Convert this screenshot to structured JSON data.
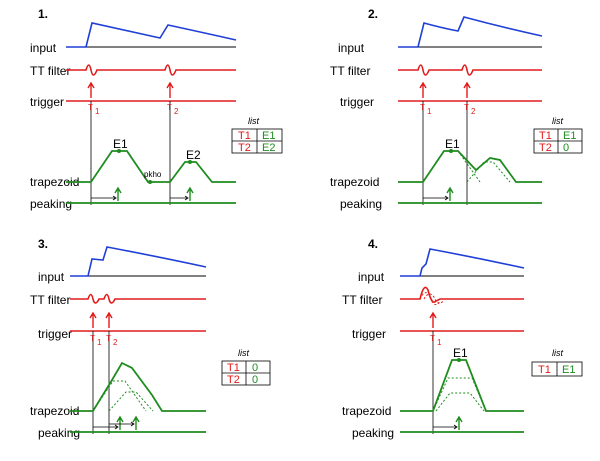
{
  "colors": {
    "input": "#1f3fd6",
    "filter": "#e01b1b",
    "trapezoid": "#1e8c1e",
    "baseline": "#000000"
  },
  "row_labels": {
    "input": "input",
    "filter": "TT filter",
    "trigger": "trigger",
    "trapezoid": "trapezoid",
    "peaking": "peaking"
  },
  "panels": [
    {
      "number": "1.",
      "list_title": "list",
      "list": [
        [
          "T1",
          "E1"
        ],
        [
          "T2",
          "E2"
        ]
      ],
      "pulse_labels": [
        "E1",
        "E2"
      ],
      "trigger_labels": [
        "1",
        "2"
      ],
      "annotation": "pkho"
    },
    {
      "number": "2.",
      "list_title": "list",
      "list": [
        [
          "T1",
          "E1"
        ],
        [
          "T2",
          "0"
        ]
      ],
      "pulse_labels": [
        "E1"
      ],
      "trigger_labels": [
        "1",
        "2"
      ]
    },
    {
      "number": "3.",
      "list_title": "list",
      "list": [
        [
          "T1",
          "0"
        ],
        [
          "T2",
          "0"
        ]
      ],
      "pulse_labels": [],
      "trigger_labels": [
        "1",
        "2"
      ]
    },
    {
      "number": "4.",
      "list_title": "list",
      "list": [
        [
          "T1",
          "E1"
        ]
      ],
      "pulse_labels": [
        "E1"
      ],
      "trigger_labels": [
        "1"
      ]
    }
  ]
}
